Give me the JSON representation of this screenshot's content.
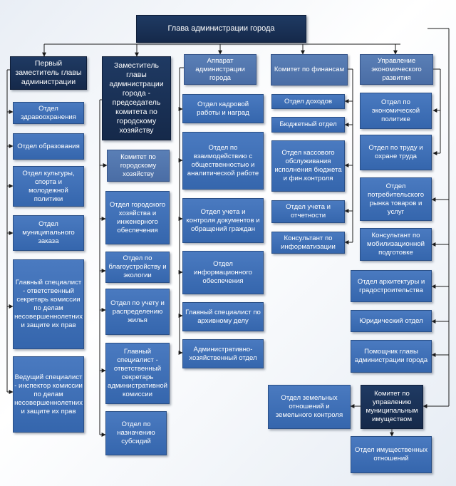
{
  "head": "Глава администрации города",
  "col1": {
    "title": "Первый заместитель главы администрации",
    "items": [
      "Отдел здравоохранения",
      "Отдел образования",
      "Отдел культуры, спорта и молодежной политики",
      "Отдел муниципального заказа",
      "Главный специалист - ответственный секретарь комиссии по делам несовершеннолетних и защите их прав",
      "Ведущий специалист - инспектор комиссии по делам несовершеннолетних и защите их прав"
    ]
  },
  "col2": {
    "title": "Заместитель главы администрации города - председатель комитета по городскому хозяйству",
    "committee": "Комитет по городскому хозяйству",
    "items": [
      "Отдел городского хозяйства и инженерного обеспечения",
      "Отдел по благоустройству и экологии",
      "Отдел по учету и распределению жилья",
      "Главный специалист - ответственный секретарь административной комиссии",
      "Отдел по назначению субсидий"
    ]
  },
  "col3": {
    "title": "Аппарат администрации города",
    "items": [
      "Отдел кадровой работы и наград",
      "Отдел по взаимодействию с общественностью и аналитической работе",
      "Отдел учета и контроля документов и обращений граждан",
      "Отдел информационного обеспечения",
      "Главный специалист по архивному делу",
      "Административно-хозяйственный отдел"
    ]
  },
  "col4": {
    "title": "Комитет по финансам",
    "items": [
      "Отдел доходов",
      "Бюджетный отдел",
      "Отдел кассового обслуживания исполнения бюджета и фин.контроля",
      "Отдел учета и отчетности",
      "Консультант по информатизации"
    ]
  },
  "col5": {
    "title": "Управление экономического развития",
    "items": [
      "Отдел по экономической политике",
      "Отдел по труду и охране труда",
      "Отдел потребительского рынка товаров и услуг"
    ]
  },
  "right": {
    "items": [
      "Консультант по мобилизационной подготовке",
      "Отдел архитектуры и градостроительства",
      "Юридический отдел",
      "Помощник главы администрации города"
    ],
    "property_committee": "Комитет по управлению муниципальным имуществом",
    "land_dept": "Отдел земельных отношений и земельного контроля",
    "property_dept": "Отдел имущественных отношений"
  }
}
